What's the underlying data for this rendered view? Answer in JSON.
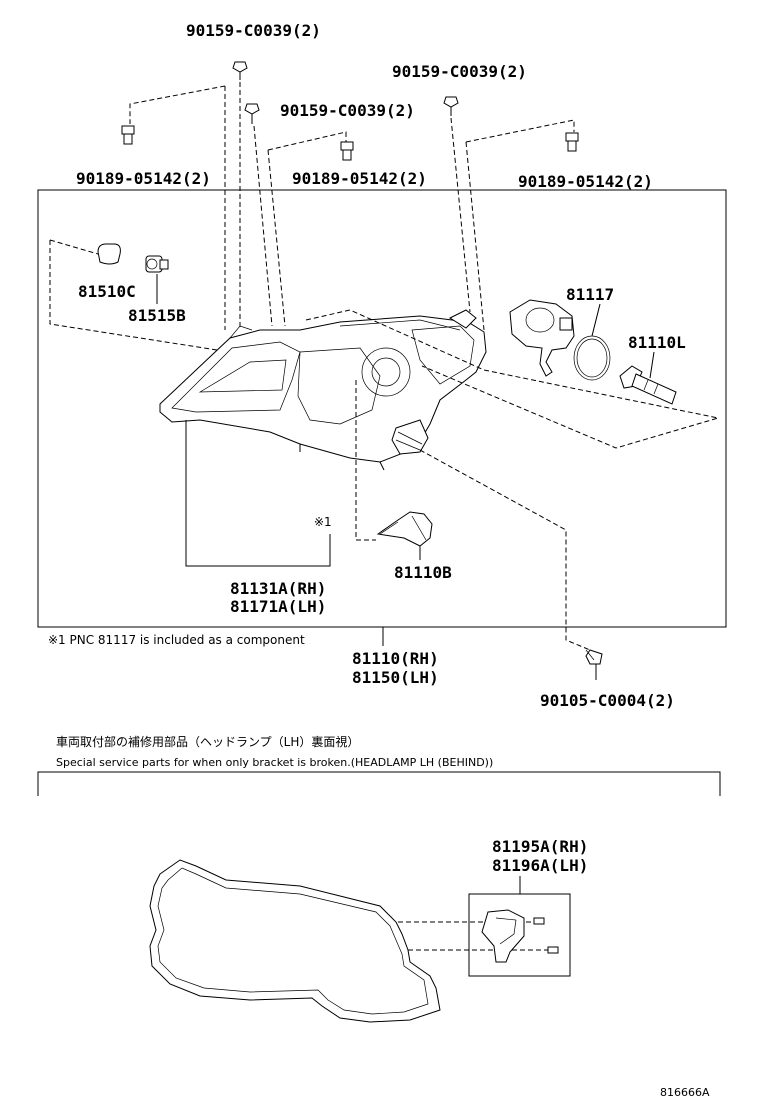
{
  "labels": {
    "screw_top_left": "90159-C0039(2)",
    "screw_top_right": "90159-C0039(2)",
    "screw_mid": "90159-C0039(2)",
    "nut_left": "90189-05142(2)",
    "nut_mid": "90189-05142(2)",
    "nut_right": "90189-05142(2)",
    "bulb_81510c": "81510C",
    "socket_81515b": "81515B",
    "cover_81117": "81117",
    "bulb_81110l": "81110L",
    "bulb_81110b": "81110B",
    "note_marker": "※1",
    "lens_rh": "81131A(RH)",
    "lens_lh": "81171A(LH)",
    "assy_rh": "81110(RH)",
    "assy_lh": "81150(LH)",
    "screw_bottom": "90105-C0004(2)",
    "bracket_rh": "81195A(RH)",
    "bracket_lh": "81196A(LH)"
  },
  "footnote": "※1  PNC 81117 is included as a component",
  "section": {
    "title_jp": "車両取付部の補修用部品（ヘッドランプ（LH）裏面視）",
    "title_en": "Special service parts for when only bracket is broken.(HEADLAMP LH (BEHIND))"
  },
  "figure_id": "816666A"
}
